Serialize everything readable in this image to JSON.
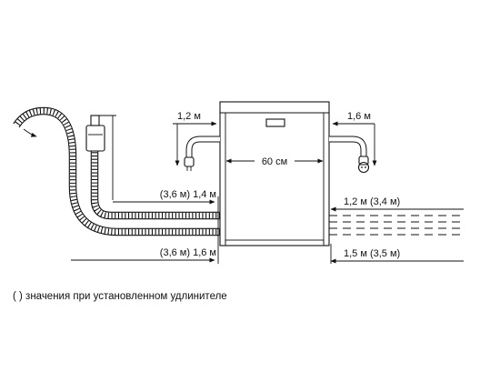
{
  "dimensions": {
    "left_top": "1,2 м",
    "right_top": "1,6 м",
    "width": "60 см",
    "hose_upper": "(3,6 м) 1,4 м",
    "hose_lower": "(3,6 м) 1,6 м",
    "right_upper": "1,2 м (3,4 м)",
    "right_lower": "1,5 м (3,5 м)"
  },
  "footnote": "( ) значения при установленном удлинителе"
}
